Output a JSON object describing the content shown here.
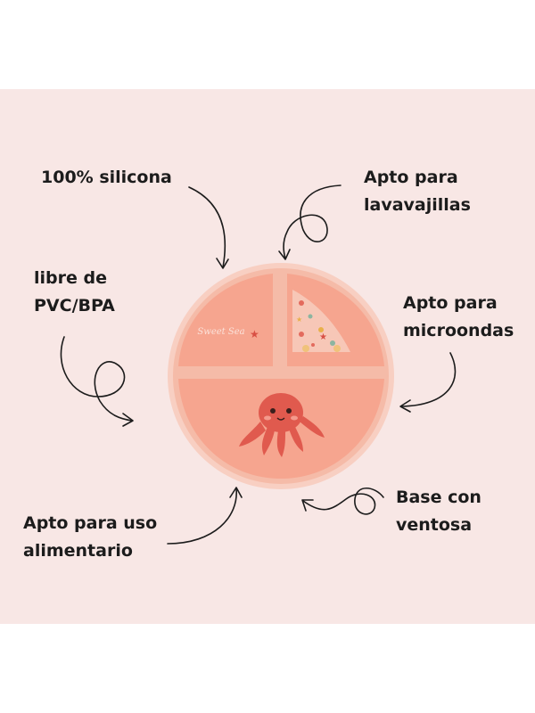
{
  "labels": {
    "silicone": "100% silicona",
    "dishwasher": "Apto para\nlavavajillas",
    "pvc_bpa": "libre de\nPVC/BPA",
    "microwave": "Apto para\nmicroondas",
    "food_use": "Apto para uso\nalimentario",
    "suction": "Base con\nventosa"
  },
  "plate": {
    "logo_text": "Sweet Sea"
  },
  "colors": {
    "background": "#f8e7e5",
    "plate_rim": "#f8ccbc",
    "plate_surface": "#f7a894",
    "octopus": "#e05a4e",
    "ink": "#1c1c1c"
  }
}
